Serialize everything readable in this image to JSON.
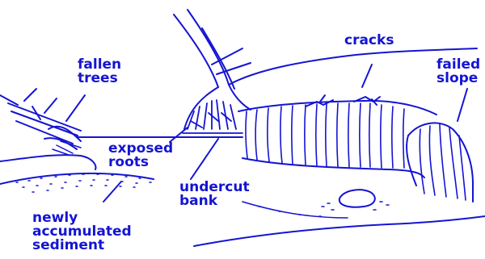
{
  "colors": {
    "ink": "#1414d2",
    "background": "#ffffff"
  },
  "labels": {
    "fallen_trees": [
      "fallen",
      "trees"
    ],
    "cracks": "cracks",
    "failed_slope": [
      "failed",
      "slope"
    ],
    "exposed_roots": [
      "exposed",
      "roots"
    ],
    "undercut_bank": [
      "undercut",
      "bank"
    ],
    "newly_accumulated_sediment": [
      "newly",
      "accumulated",
      "sediment"
    ]
  }
}
